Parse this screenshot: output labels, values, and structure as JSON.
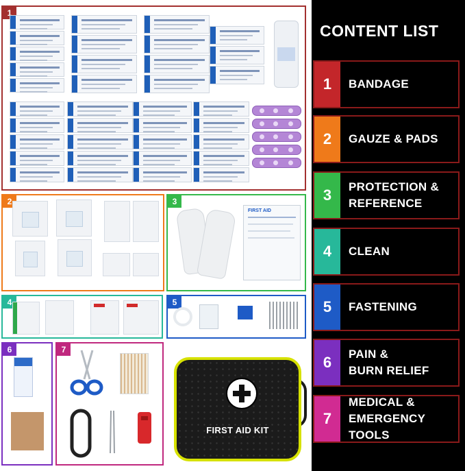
{
  "content_list": {
    "title": "CONTENT LIST",
    "items": [
      {
        "number": "1",
        "label": "BANDAGE",
        "color": "#c3262a"
      },
      {
        "number": "2",
        "label": "GAUZE & PADS",
        "color": "#ef7a1a"
      },
      {
        "number": "3",
        "label": "PROTECTION &\nREFERENCE",
        "color": "#34b84a"
      },
      {
        "number": "4",
        "label": "CLEAN",
        "color": "#27b89a"
      },
      {
        "number": "5",
        "label": "FASTENING",
        "color": "#1e5bc6"
      },
      {
        "number": "6",
        "label": "PAIN &\nBURN RELIEF",
        "color": "#7b2fbf"
      },
      {
        "number": "7",
        "label": "MEDICAL &\nEMERGENCY TOOLS",
        "color": "#d12b92"
      }
    ]
  },
  "panels": {
    "p1": {
      "tag": "1",
      "color": "#a3302f"
    },
    "p2": {
      "tag": "2",
      "color": "#ef7a1a"
    },
    "p3": {
      "tag": "3",
      "color": "#34b84a"
    },
    "p4": {
      "tag": "4",
      "color": "#27b89a"
    },
    "p5": {
      "tag": "5",
      "color": "#1e5bc6"
    },
    "p6": {
      "tag": "6",
      "color": "#7b2fbf"
    },
    "p7": {
      "tag": "7",
      "color": "#c0287e"
    }
  },
  "kit": {
    "label": "FIRST AID KIT",
    "trim_color": "#d6e100"
  },
  "guide": {
    "title": "FIRST AID"
  },
  "icons": [
    "scissors-icon",
    "carabiner-icon",
    "tweezers-icon",
    "whistle-icon",
    "cross-icon"
  ]
}
